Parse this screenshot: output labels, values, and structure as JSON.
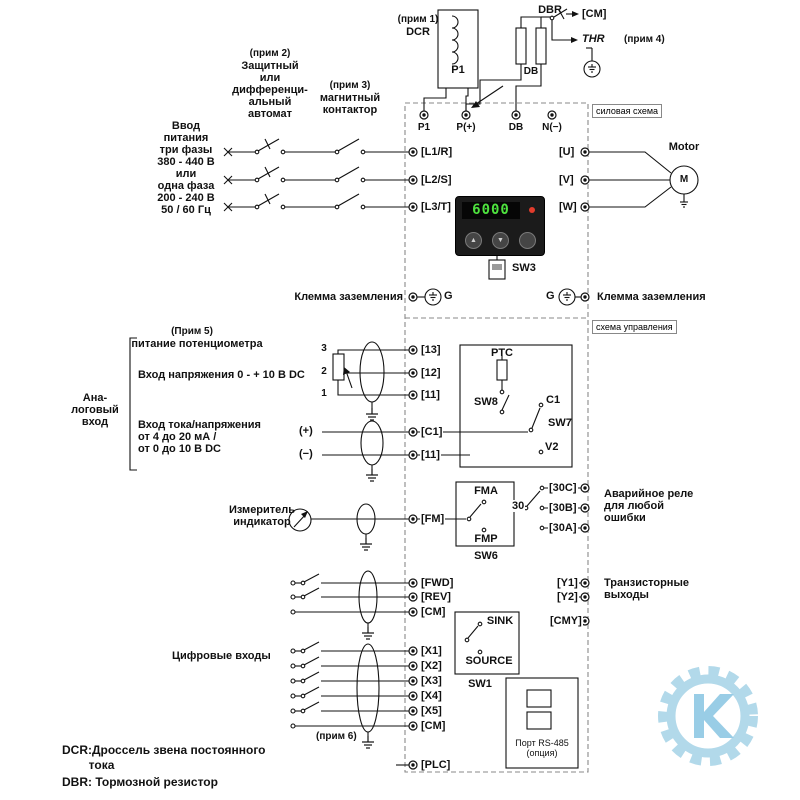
{
  "top": {
    "note1": "(прим 1)",
    "dcr": "DCR",
    "p1": "P1",
    "dbr": "DBR",
    "db": "DB",
    "cm": "[CM]",
    "thr": "THR",
    "note4": "(прим 4)"
  },
  "power": {
    "section": "силовая схема",
    "note2": "(прим 2)",
    "breaker": "Защитный\nили\nдифференци-\nальный\nавтомат",
    "note3": "(прим 3)",
    "contactor": "магнитный\nконтактор",
    "supply": "Ввод\nпитания\nтри фазы\n380 - 440 В\nили\nодна фаза\n200 - 240 В\n50 / 60 Гц",
    "terminals_top": [
      "P1",
      "P(+)",
      "DB",
      "N(−)"
    ],
    "inputs": [
      "[L1/R]",
      "[L2/S]",
      "[L3/T]"
    ],
    "outputs": [
      "[U]",
      "[V]",
      "[W]"
    ],
    "motor": "Motor",
    "motor_m": "M",
    "display_value": "6000",
    "sw3": "SW3",
    "g_left": "G",
    "g_right": "G",
    "ground_left": "Клемма заземления",
    "ground_right": "Клемма заземления"
  },
  "control": {
    "section": "схема управления",
    "note5": "(Прим 5)",
    "pot_supply": "питание потенциометра",
    "voltage_input": "Вход напряжения 0 - + 10 В DC",
    "pot_pins": [
      "3",
      "2",
      "1"
    ],
    "analog_terms": [
      "[13]",
      "[12]",
      "[11]"
    ],
    "analog_label": "Ана-\nлоговый\nвход",
    "current_input": "Вход тока/напряжения\nот 4 до 20 мА /\nот 0 до 10 В DC",
    "plus": "(+)",
    "minus": "(−)",
    "c1_term": "[C1]",
    "c1_term2": "[11]",
    "ptc": "PTC",
    "sw8": "SW8",
    "c1_contact": "C1",
    "sw7": "SW7",
    "v2": "V2",
    "meter_label": "Измеритель\nиндикатор",
    "fm": "[FM]",
    "fma": "FMA",
    "fmp": "FMP",
    "sw6": "SW6",
    "relay_30": "30",
    "relay_terms": [
      "[30C]",
      "[30B]",
      "[30A]"
    ],
    "relay_label": "Аварийное реле\nдля любой\nошибки",
    "dig_terms1": [
      "[FWD]",
      "[REV]",
      "[CM]"
    ],
    "trans_terms": [
      "[Y1]",
      "[Y2]",
      "[CMY]"
    ],
    "trans_label": "Транзисторные\nвыходы",
    "sink": "SINK",
    "source": "SOURCE",
    "sw1": "SW1",
    "digital_label": "Цифровые входы",
    "x_terms": [
      "[X1]",
      "[X2]",
      "[X3]",
      "[X4]",
      "[X5]",
      "[CM]"
    ],
    "note6": "(прим 6)",
    "plc": "[PLC]",
    "rs485": "Порт RS-485\n(опция)"
  },
  "footer": {
    "dcr_note": "DCR:Дроссель звена постоянного\n        тока",
    "dbr_note": "DBR: Тормозной резистор"
  },
  "icons": {
    "up": "▲",
    "down": "▼",
    "logo": "gear-k-logo"
  },
  "colors": {
    "display_text": "#4ee23e",
    "logo_blue": "#9fcfe6"
  }
}
